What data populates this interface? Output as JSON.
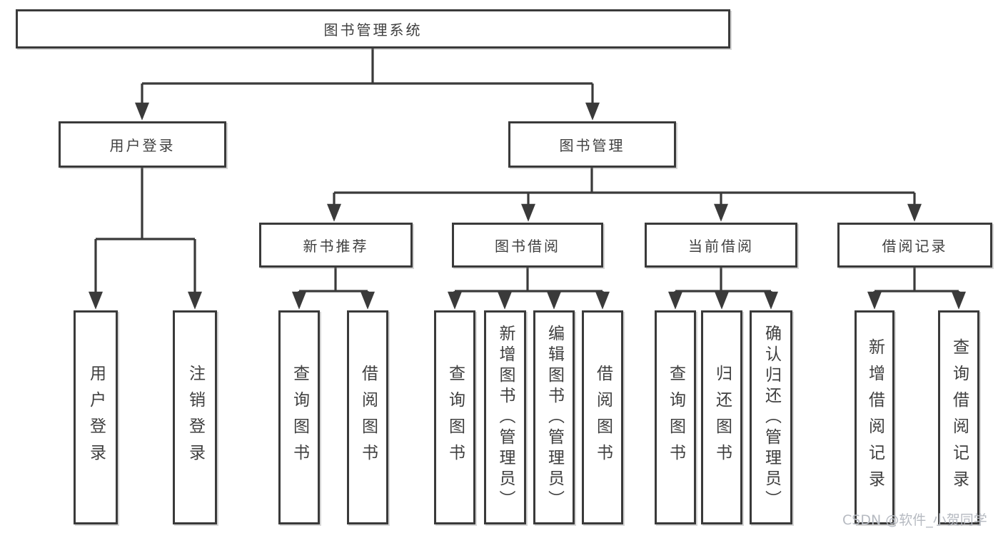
{
  "root": {
    "label": "图书管理系统"
  },
  "login": {
    "label": "用户登录",
    "children": [
      {
        "label": "用户登录"
      },
      {
        "label": "注销登录"
      }
    ]
  },
  "mgmt": {
    "label": "图书管理"
  },
  "groups": [
    {
      "label": "新书推荐",
      "children": [
        {
          "label": "查询图书"
        },
        {
          "label": "借阅图书"
        }
      ]
    },
    {
      "label": "图书借阅",
      "children": [
        {
          "label": "查询图书"
        },
        {
          "label": "新增图书（管理员）"
        },
        {
          "label": "编辑图书（管理员）"
        },
        {
          "label": "借阅图书"
        }
      ]
    },
    {
      "label": "当前借阅",
      "children": [
        {
          "label": "查询图书"
        },
        {
          "label": "归还图书"
        },
        {
          "label": "确认归还（管理员）"
        }
      ]
    },
    {
      "label": "借阅记录",
      "children": [
        {
          "label": "新增借阅记录"
        },
        {
          "label": "查询借阅记录"
        }
      ]
    }
  ],
  "watermark": {
    "text": "CSDN @软件_小贺同学"
  },
  "colors": {
    "line": "#3a3a3a",
    "text": "#3f3f3f",
    "watermark": "#b6bac1",
    "background": "#ffffff"
  }
}
